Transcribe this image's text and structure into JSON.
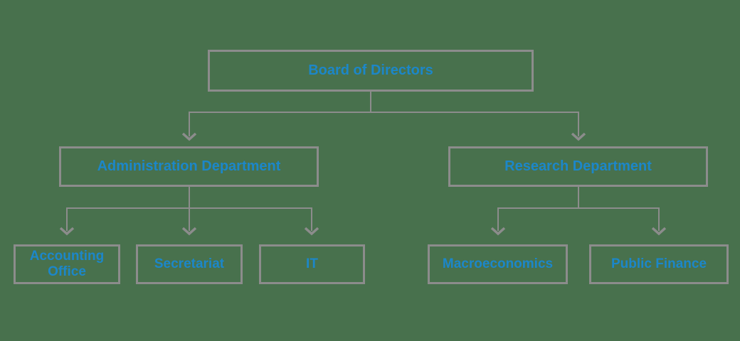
{
  "diagram": {
    "type": "org-chart",
    "nodes": {
      "board": {
        "label": "Board of Directors"
      },
      "admin": {
        "label": "Administration Department"
      },
      "research": {
        "label": "Research Department"
      },
      "accounting": {
        "label": "Accounting Office"
      },
      "secretariat": {
        "label": "Secretariat"
      },
      "it": {
        "label": "IT"
      },
      "macroeconomics": {
        "label": "Macroeconomics"
      },
      "public_finance": {
        "label": "Public Finance"
      }
    },
    "edges": [
      {
        "from": "Board of Directors",
        "to": "Administration Department"
      },
      {
        "from": "Board of Directors",
        "to": "Research Department"
      },
      {
        "from": "Administration Department",
        "to": "Accounting Office"
      },
      {
        "from": "Administration Department",
        "to": "Secretariat"
      },
      {
        "from": "Administration Department",
        "to": "IT"
      },
      {
        "from": "Research Department",
        "to": "Macroeconomics"
      },
      {
        "from": "Research Department",
        "to": "Public Finance"
      }
    ],
    "colors": {
      "background": "#48714D",
      "box_border": "#8C8C8C",
      "connector": "#8C8C8C",
      "label_text": "#1C87C9"
    }
  }
}
